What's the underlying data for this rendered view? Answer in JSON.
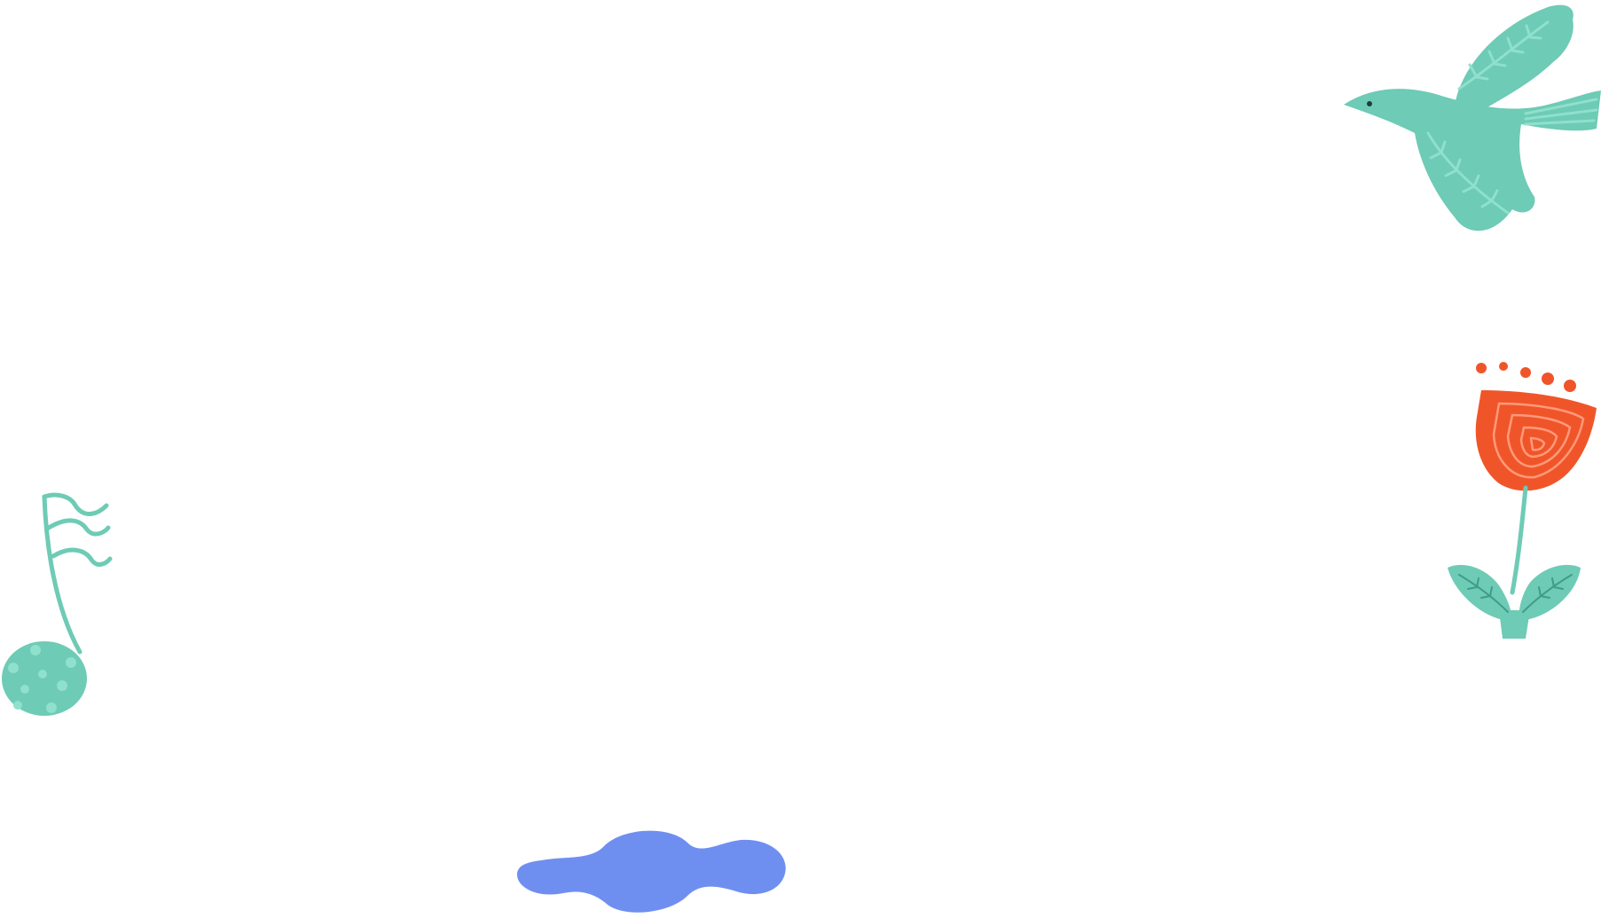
{
  "illustrations": [
    {
      "id": "bird",
      "icon": "bird-icon"
    },
    {
      "id": "flower",
      "icon": "tulip-flower-icon"
    },
    {
      "id": "music-note",
      "icon": "music-note-icon"
    },
    {
      "id": "cloud",
      "icon": "cloud-icon"
    }
  ],
  "colors": {
    "background": "#ffffff",
    "teal": "#6ecbb5",
    "teal_light": "#8fe0cc",
    "teal_dark": "#3f9c89",
    "red": "#f0552a",
    "red_light": "#ff9a7a",
    "blue": "#6f8ff0"
  }
}
